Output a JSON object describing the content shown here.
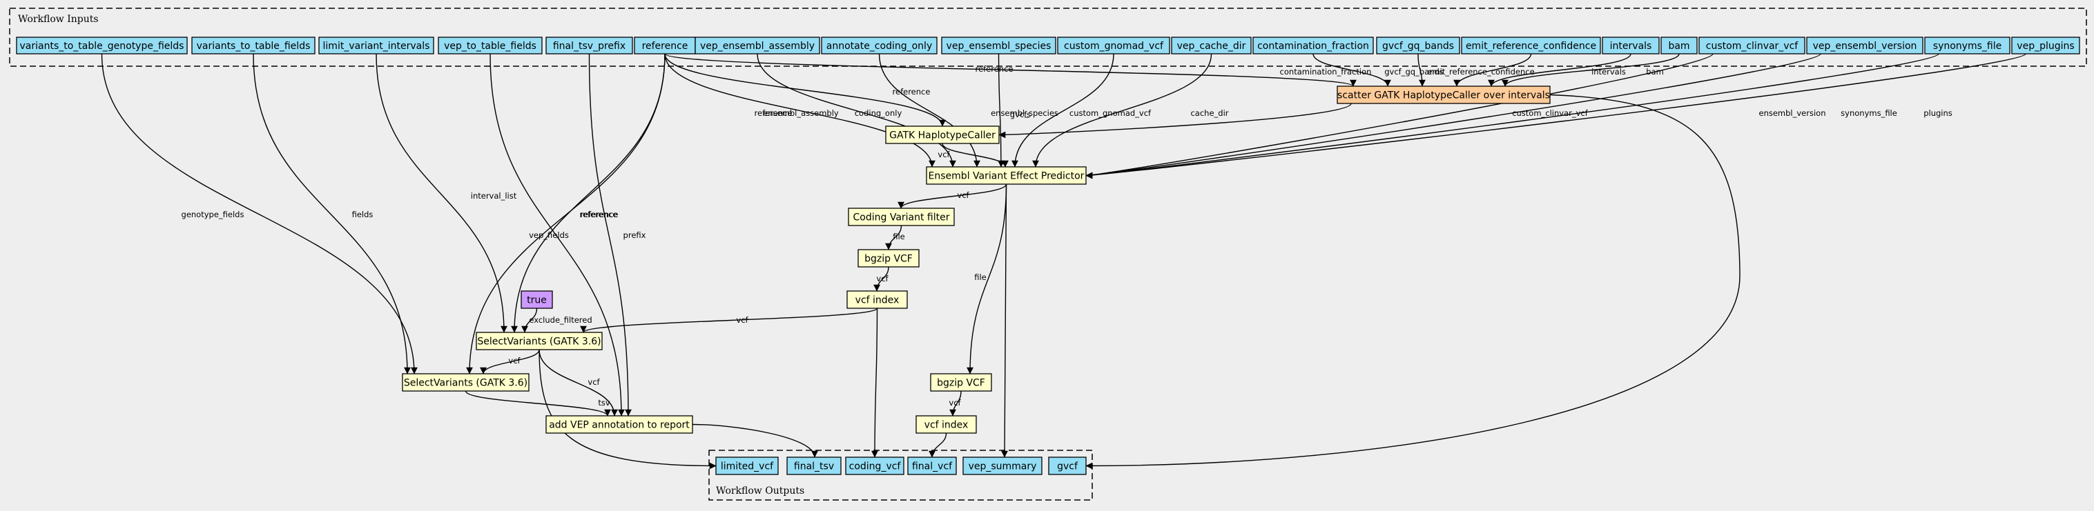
{
  "clusters": {
    "inputs_title": "Workflow Inputs",
    "outputs_title": "Workflow Outputs"
  },
  "colors": {
    "input": "#94ddf4",
    "step": "#ffffcc",
    "scatter_step": "#ffcc99",
    "constant": "#cc99ff",
    "background": "#eeeeee"
  },
  "nodes": {
    "in_genotype_fields": "variants_to_table_genotype_fields",
    "in_table_fields": "variants_to_table_fields",
    "in_limit_intervals": "limit_variant_intervals",
    "in_vep_table_fields": "vep_to_table_fields",
    "in_final_tsv_prefix": "final_tsv_prefix",
    "in_reference": "reference",
    "in_vep_ensembl_assembly": "vep_ensembl_assembly",
    "in_annotate_coding_only": "annotate_coding_only",
    "in_vep_ensembl_species": "vep_ensembl_species",
    "in_custom_gnomad_vcf": "custom_gnomad_vcf",
    "in_vep_cache_dir": "vep_cache_dir",
    "in_contamination_fraction": "contamination_fraction",
    "in_gvcf_gq_bands": "gvcf_gq_bands",
    "in_emit_reference_confidence": "emit_reference_confidence",
    "in_intervals": "intervals",
    "in_bam": "bam",
    "in_custom_clinvar_vcf": "custom_clinvar_vcf",
    "in_vep_ensembl_version": "vep_ensembl_version",
    "in_synonyms_file": "synonyms_file",
    "in_vep_plugins": "vep_plugins",
    "step_scatter_hc": "scatter GATK HaplotypeCaller over intervals",
    "step_gatk_hc": "GATK HaplotypeCaller",
    "step_vep": "Ensembl Variant Effect Predictor",
    "step_coding_filter": "Coding Variant filter",
    "step_bgzip1": "bgzip VCF",
    "step_index1": "vcf index",
    "const_true": "true",
    "step_select1": "SelectVariants (GATK 3.6)",
    "step_select2": "SelectVariants (GATK 3.6)",
    "step_add_vep": "add VEP annotation to report",
    "step_bgzip2": "bgzip VCF",
    "step_index2": "vcf index",
    "out_limited_vcf": "limited_vcf",
    "out_final_tsv": "final_tsv",
    "out_coding_vcf": "coding_vcf",
    "out_final_vcf": "final_vcf",
    "out_vep_summary": "vep_summary",
    "out_gvcf": "gvcf"
  },
  "edges": [
    {
      "from": "in_reference",
      "to": "step_scatter_hc",
      "label": "reference"
    },
    {
      "from": "in_contamination_fraction",
      "to": "step_scatter_hc",
      "label": "contamination_fraction"
    },
    {
      "from": "in_gvcf_gq_bands",
      "to": "step_scatter_hc",
      "label": "gvcf_gq_bands"
    },
    {
      "from": "in_emit_reference_confidence",
      "to": "step_scatter_hc",
      "label": "emit_reference_confidence"
    },
    {
      "from": "in_intervals",
      "to": "step_scatter_hc",
      "label": "intervals"
    },
    {
      "from": "in_bam",
      "to": "step_scatter_hc",
      "label": "bam"
    },
    {
      "from": "in_reference",
      "to": "step_gatk_hc",
      "label": "reference"
    },
    {
      "from": "step_scatter_hc",
      "to": "step_gatk_hc",
      "label": "gvcfs"
    },
    {
      "from": "in_reference",
      "to": "step_vep",
      "label": "reference"
    },
    {
      "from": "in_vep_ensembl_assembly",
      "to": "step_vep",
      "label": "ensembl_assembly"
    },
    {
      "from": "in_annotate_coding_only",
      "to": "step_vep",
      "label": "coding_only"
    },
    {
      "from": "in_vep_ensembl_species",
      "to": "step_vep",
      "label": "ensembl_species"
    },
    {
      "from": "in_custom_gnomad_vcf",
      "to": "step_vep",
      "label": "custom_gnomad_vcf"
    },
    {
      "from": "in_vep_cache_dir",
      "to": "step_vep",
      "label": "cache_dir"
    },
    {
      "from": "in_custom_clinvar_vcf",
      "to": "step_vep",
      "label": "custom_clinvar_vcf"
    },
    {
      "from": "in_vep_ensembl_version",
      "to": "step_vep",
      "label": "ensembl_version"
    },
    {
      "from": "in_synonyms_file",
      "to": "step_vep",
      "label": "synonyms_file"
    },
    {
      "from": "in_vep_plugins",
      "to": "step_vep",
      "label": "plugins"
    },
    {
      "from": "step_gatk_hc",
      "to": "step_vep",
      "label": "vcf"
    },
    {
      "from": "step_vep",
      "to": "step_coding_filter",
      "label": "vcf"
    },
    {
      "from": "step_coding_filter",
      "to": "step_bgzip1",
      "label": "file"
    },
    {
      "from": "step_bgzip1",
      "to": "step_index1",
      "label": "vcf"
    },
    {
      "from": "step_index1",
      "to": "step_select1",
      "label": "vcf"
    },
    {
      "from": "in_limit_intervals",
      "to": "step_select1",
      "label": "interval_list"
    },
    {
      "from": "in_reference",
      "to": "step_select1",
      "label": "reference"
    },
    {
      "from": "const_true",
      "to": "step_select1",
      "label": "exclude_filtered"
    },
    {
      "from": "step_select1",
      "to": "step_select2",
      "label": "vcf"
    },
    {
      "from": "in_genotype_fields",
      "to": "step_select2",
      "label": "genotype_fields"
    },
    {
      "from": "in_table_fields",
      "to": "step_select2",
      "label": "fields"
    },
    {
      "from": "in_reference",
      "to": "step_select2",
      "label": "reference"
    },
    {
      "from": "step_select1",
      "to": "step_add_vep",
      "label": "vcf"
    },
    {
      "from": "step_select2",
      "to": "step_add_vep",
      "label": "tsv"
    },
    {
      "from": "in_vep_table_fields",
      "to": "step_add_vep",
      "label": "vep_fields"
    },
    {
      "from": "in_final_tsv_prefix",
      "to": "step_add_vep",
      "label": "prefix"
    },
    {
      "from": "step_vep",
      "to": "step_bgzip2",
      "label": "file"
    },
    {
      "from": "step_bgzip2",
      "to": "step_index2",
      "label": "vcf"
    },
    {
      "from": "step_select1",
      "to": "out_limited_vcf",
      "label": ""
    },
    {
      "from": "step_add_vep",
      "to": "out_final_tsv",
      "label": ""
    },
    {
      "from": "step_index1",
      "to": "out_coding_vcf",
      "label": ""
    },
    {
      "from": "step_index2",
      "to": "out_final_vcf",
      "label": ""
    },
    {
      "from": "step_vep",
      "to": "out_vep_summary",
      "label": ""
    },
    {
      "from": "step_scatter_hc",
      "to": "out_gvcf",
      "label": ""
    }
  ]
}
